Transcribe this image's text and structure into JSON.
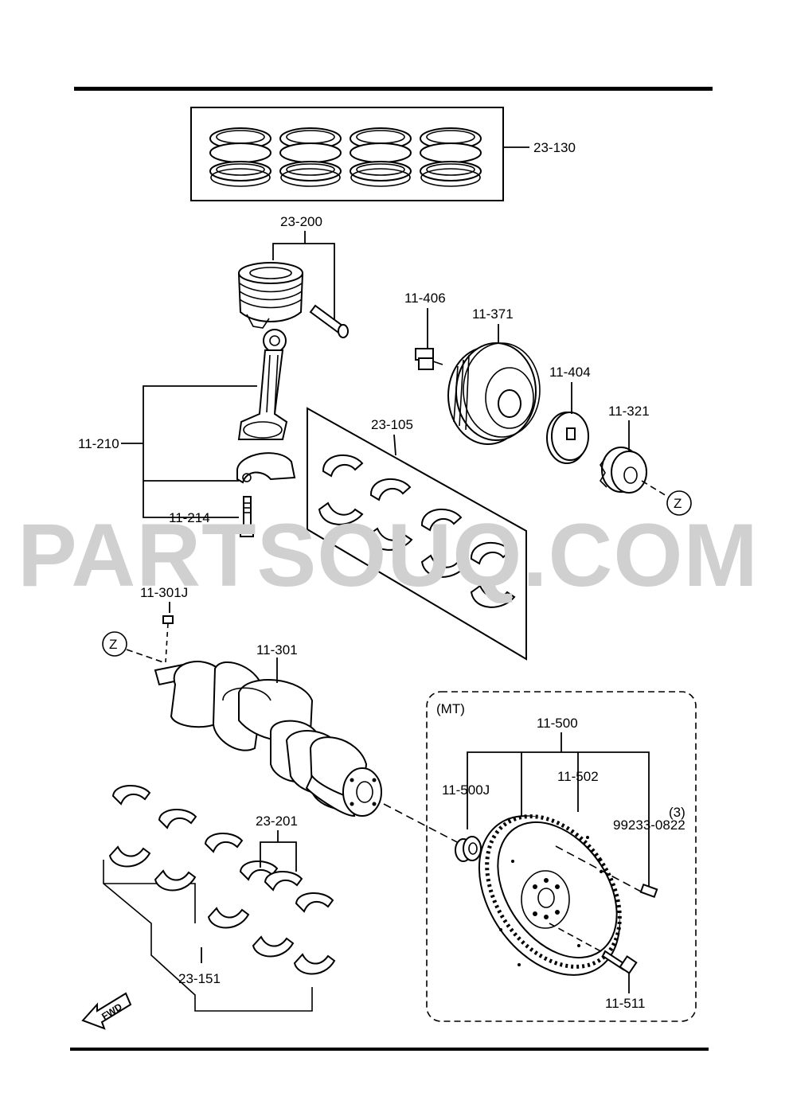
{
  "watermark": "PARTSOUQ.COM",
  "mt_label": "(MT)",
  "fwd_label": "FWD",
  "view_marker": "Z",
  "quantity_note": "(3)",
  "parts": [
    {
      "id": "23-130"
    },
    {
      "id": "23-200"
    },
    {
      "id": "11-406"
    },
    {
      "id": "11-371"
    },
    {
      "id": "11-404"
    },
    {
      "id": "11-321"
    },
    {
      "id": "23-105"
    },
    {
      "id": "11-210"
    },
    {
      "id": "11-214"
    },
    {
      "id": "11-301J"
    },
    {
      "id": "11-301"
    },
    {
      "id": "11-500"
    },
    {
      "id": "11-502"
    },
    {
      "id": "11-500J"
    },
    {
      "id": "99233-0822"
    },
    {
      "id": "23-201"
    },
    {
      "id": "23-151"
    },
    {
      "id": "11-511"
    }
  ]
}
